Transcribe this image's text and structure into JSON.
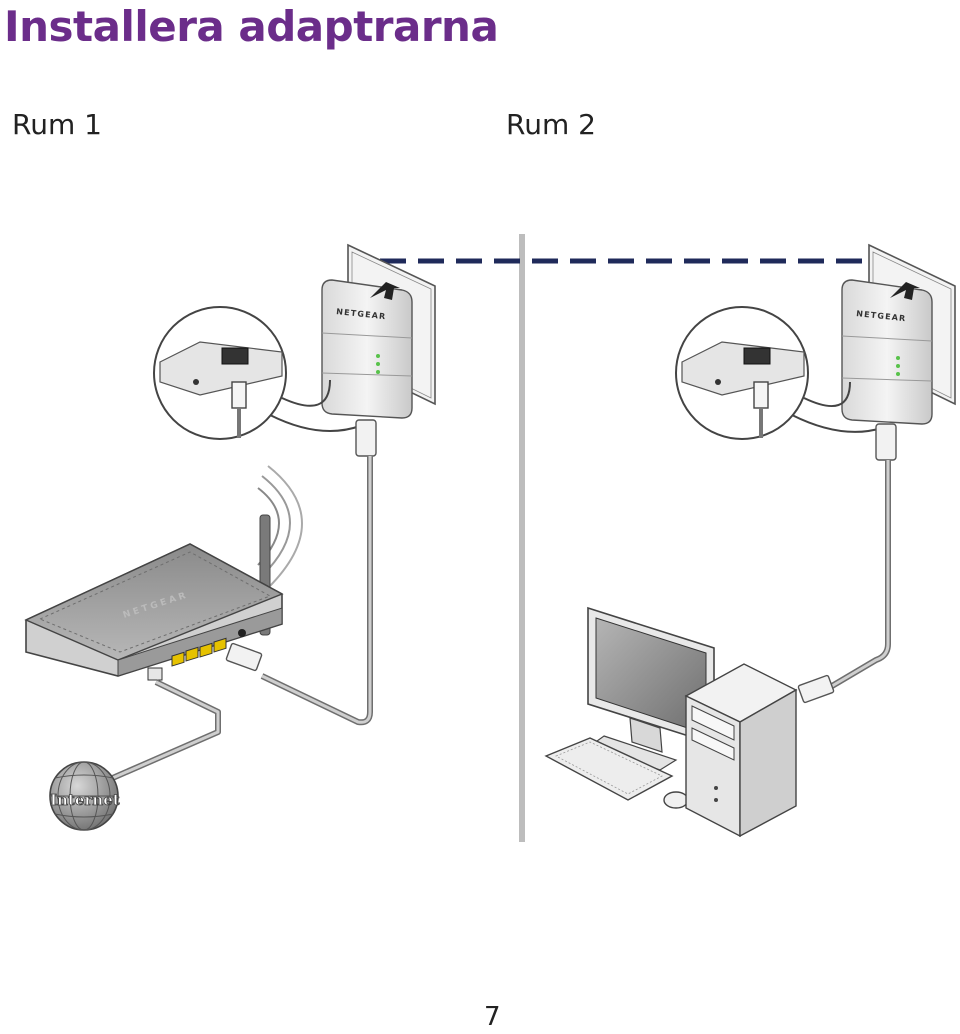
{
  "title": "Installera adaptrarna",
  "rooms": [
    {
      "label": "Rum 1"
    },
    {
      "label": "Rum 2"
    }
  ],
  "devices": {
    "adapter_brand": "NETGEAR",
    "router_brand": "NETGEAR",
    "internet_label": "Internet"
  },
  "page_number": "7",
  "colors": {
    "title": "#6b2d8a",
    "powerline_link": "#1f2a5a",
    "divider": "#bdbdbd",
    "ethernet_yellow": "#e6c200",
    "led_green": "#58c24a"
  }
}
